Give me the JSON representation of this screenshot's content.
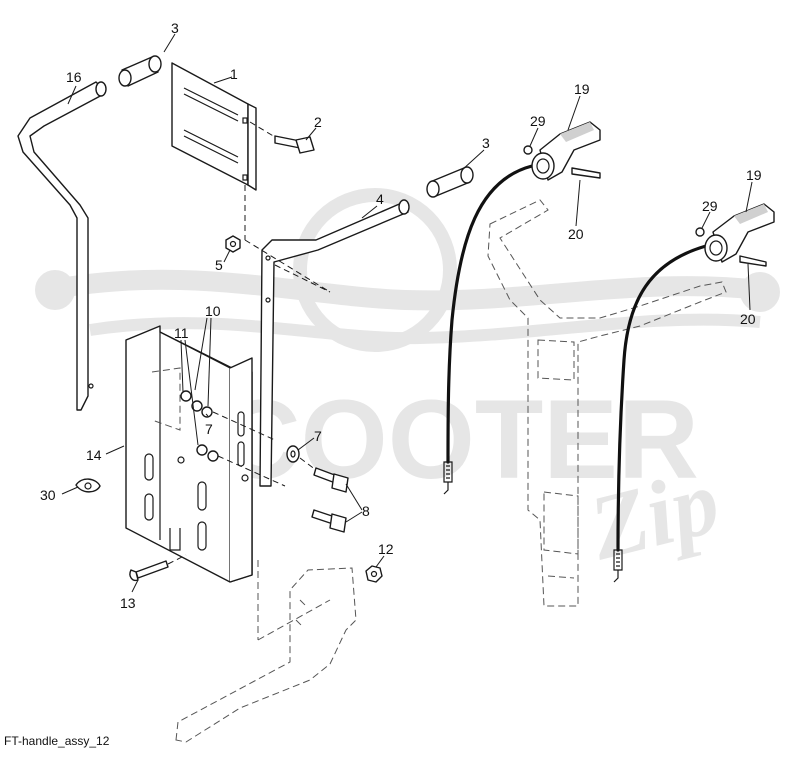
{
  "caption": "FT-handle_assy_12",
  "watermark": {
    "brand": "SCOOTER",
    "script": "Zip",
    "color": "#e6e6e6"
  },
  "callouts": [
    "1",
    "2",
    "3",
    "3",
    "4",
    "5",
    "7",
    "7",
    "8",
    "10",
    "11",
    "12",
    "13",
    "14",
    "16",
    "19",
    "19",
    "20",
    "20",
    "29",
    "29",
    "30"
  ],
  "parts": {
    "p1": "1",
    "p2": "2",
    "p3": "3",
    "p4": "4",
    "p5": "5",
    "p7": "7",
    "p8": "8",
    "p10": "10",
    "p11": "11",
    "p12": "12",
    "p13": "13",
    "p14": "14",
    "p16": "16",
    "p19": "19",
    "p20": "20",
    "p29": "29",
    "p30": "30"
  }
}
